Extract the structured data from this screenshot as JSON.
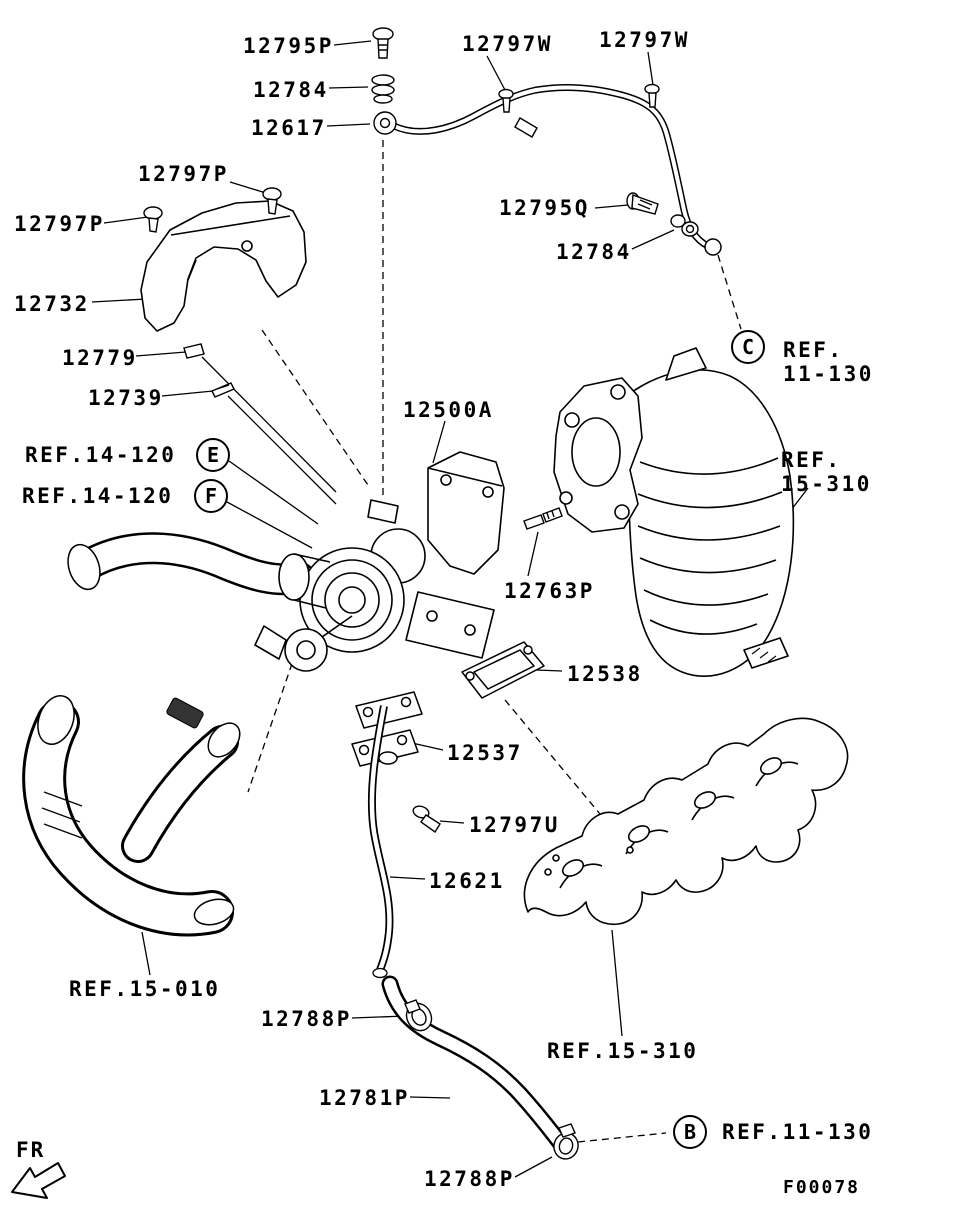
{
  "colors": {
    "ink": "#000000",
    "paper": "#ffffff"
  },
  "footer": {
    "drawing_code": "F00078"
  },
  "orientation": {
    "front_label": "FR"
  },
  "parts": {
    "p12795P": "12795P",
    "p12797W_1": "12797W",
    "p12797W_2": "12797W",
    "p12784_1": "12784",
    "p12617": "12617",
    "p12797P_1": "12797P",
    "p12797P_2": "12797P",
    "p12795Q": "12795Q",
    "p12784_2": "12784",
    "p12732": "12732",
    "p12779": "12779",
    "p12739": "12739",
    "p12500A": "12500A",
    "p12763P": "12763P",
    "p12538": "12538",
    "p12537": "12537",
    "p12797U": "12797U",
    "p12621": "12621",
    "p12788P_1": "12788P",
    "p12781P": "12781P",
    "p12788P_2": "12788P"
  },
  "refs": {
    "ref14_120_e": "REF.14-120",
    "ref14_120_f": "REF.14-120",
    "ref15_310_top_line1": "REF.",
    "ref15_310_top_line2": "15-310",
    "ref11_130_c_line1": "REF.",
    "ref11_130_c_line2": "11-130",
    "ref15_010": "REF.15-010",
    "ref15_310_bottom": "REF.15-310",
    "ref11_130_b": "REF.11-130"
  },
  "callout_circles": {
    "e": "E",
    "f": "F",
    "c": "C",
    "b": "B"
  }
}
